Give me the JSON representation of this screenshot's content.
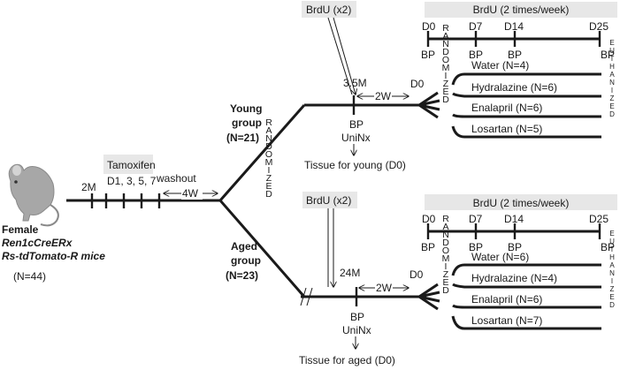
{
  "colors": {
    "line": "#1a1a1a",
    "box": "#e7e7e7",
    "mouse": "#a7a7a7"
  },
  "subject": {
    "line1": "Female",
    "line2": "Ren1cCreERx",
    "line3": "Rs-tdTomato-R mice",
    "n": "(N=44)",
    "icon": "mouse-icon"
  },
  "induction": {
    "age": "2M",
    "tamoxifen": "Tamoxifen",
    "days": "D1, 3, 5, 7",
    "washout": "washout",
    "washout_duration": "4W"
  },
  "randomized_label": "RANDOMIZED",
  "euthanized_label": "EUTHANIZED",
  "young": {
    "title_line1": "Young",
    "title_line2": "group",
    "n": "(N=21)",
    "brdu": "BrdU (x2)",
    "age": "3.5M",
    "interval": "2W",
    "d0": "D0",
    "bp": "BP",
    "procedure": "UniNx",
    "tissue": "Tissue  for young (D0)",
    "schedule": {
      "title": "BrdU (2 times/week)",
      "days": [
        "D0",
        "D7",
        "D14",
        "D25"
      ],
      "bp": [
        "BP",
        "BP",
        "BP",
        "BP"
      ]
    },
    "treatments": [
      "Water (N=4)",
      "Hydralazine (N=6)",
      "Enalapril  (N=6)",
      "Losartan (N=5)"
    ]
  },
  "aged": {
    "title_line1": "Aged",
    "title_line2": "group",
    "n": "(N=23)",
    "brdu": "BrdU (x2)",
    "age": "24M",
    "interval": "2W",
    "d0": "D0",
    "bp": "BP",
    "procedure": "UniNx",
    "tissue": "Tissue for aged (D0)",
    "schedule": {
      "title": "BrdU (2 times/week)",
      "days": [
        "D0",
        "D7",
        "D14",
        "D25"
      ],
      "bp": [
        "BP",
        "BP",
        "BP",
        "BP"
      ]
    },
    "treatments": [
      "Water (N=6)",
      "Hydralazine (N=4)",
      "Enalapril (N=6)",
      "Losartan (N=7)"
    ]
  }
}
